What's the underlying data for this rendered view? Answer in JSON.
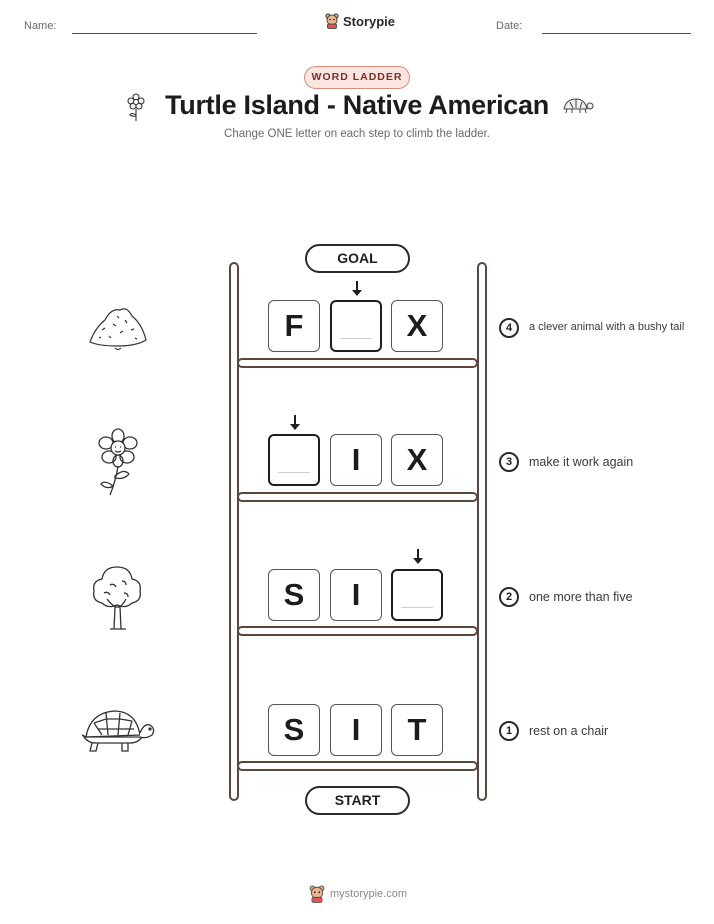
{
  "header": {
    "name_label": "Name:",
    "date_label": "Date:",
    "brand": "Storypie"
  },
  "badge": "WORD LADDER",
  "title": "Turtle Island - Native American",
  "subtitle": "Change ONE letter on each step to climb the ladder.",
  "ladder": {
    "goal_label": "GOAL",
    "start_label": "START",
    "rows": [
      {
        "step": "4",
        "clue": "a clever animal with a bushy tail",
        "letters": [
          "F",
          "",
          "X"
        ],
        "icon": "dirt-pile-icon"
      },
      {
        "step": "3",
        "clue": "make it work again",
        "letters": [
          "",
          "I",
          "X"
        ],
        "icon": "flower-icon"
      },
      {
        "step": "2",
        "clue": "one more than five",
        "letters": [
          "S",
          "I",
          ""
        ],
        "icon": "tree-icon"
      },
      {
        "step": "1",
        "clue": "rest on a chair",
        "letters": [
          "S",
          "I",
          "T"
        ],
        "icon": "turtle-icon"
      }
    ]
  },
  "footer": {
    "site": "mystorypie.com"
  },
  "colors": {
    "rail": "#5b463d",
    "badge_bg": "#fbe5e0",
    "badge_border": "#d98d80"
  }
}
